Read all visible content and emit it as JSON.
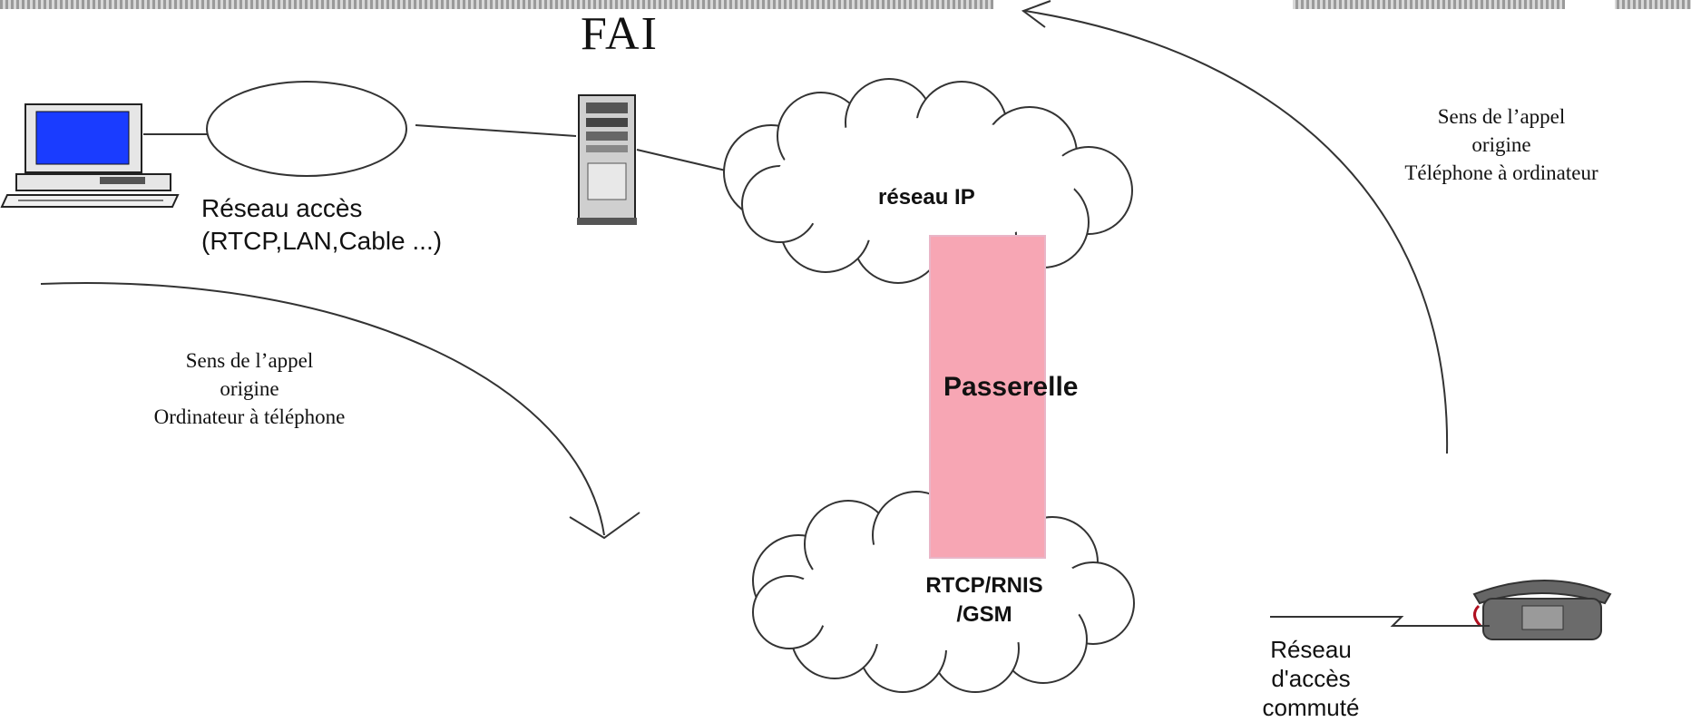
{
  "diagram": {
    "title": "FAI",
    "access_network": {
      "line1": "Réseau accès",
      "line2": "(RTCP,LAN,Cable ...)"
    },
    "ip_network": {
      "label": "réseau IP"
    },
    "gateway": {
      "label": "Passerelle",
      "color": "#f7a6b4"
    },
    "pstn_network": {
      "line1": "RTCP/RNIS",
      "line2": "/GSM"
    },
    "switched_access": {
      "line1": "Réseau",
      "line2": "d'accès",
      "line3": "commuté"
    },
    "call_pc_to_phone": {
      "line1": "Sens de l’appel",
      "line2": "origine",
      "line3": "Ordinateur à téléphone"
    },
    "call_phone_to_pc": {
      "line1": "Sens de l’appel",
      "line2": "origine",
      "line3": "Téléphone à ordinateur"
    },
    "icons": [
      "computer-icon",
      "server-tower-icon",
      "telephone-icon"
    ],
    "colors": {
      "screen": "#1a3cff",
      "phone": "#6b6b6b",
      "line": "#333333"
    }
  }
}
